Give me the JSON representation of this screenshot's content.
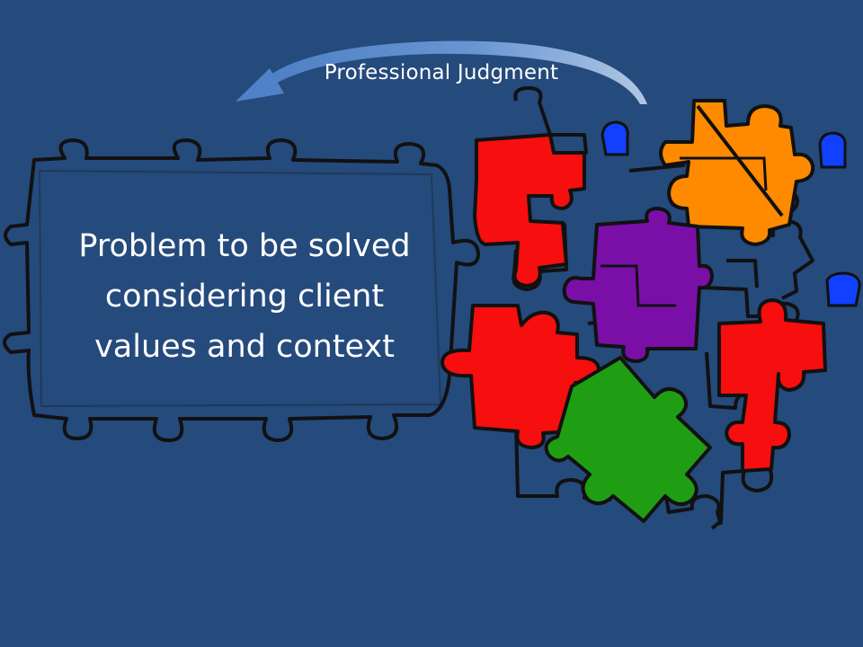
{
  "slide": {
    "background_color": "#254a7c",
    "arrow": {
      "label": "Professional Judgment",
      "color": "#5f8fd0",
      "direction": "right-to-left"
    },
    "main_piece": {
      "lines": [
        "Problem to be solved",
        "considering client",
        "values and context"
      ],
      "fill": "#254a7c",
      "outline_color": "#111111"
    },
    "pieces": [
      {
        "color_name": "red",
        "color": "#f70e0e"
      },
      {
        "color_name": "orange",
        "color": "#ff8a00"
      },
      {
        "color_name": "purple",
        "color": "#7a0fa8"
      },
      {
        "color_name": "green",
        "color": "#1f9e14"
      },
      {
        "color_name": "blue",
        "color": "#1140ff"
      }
    ]
  }
}
